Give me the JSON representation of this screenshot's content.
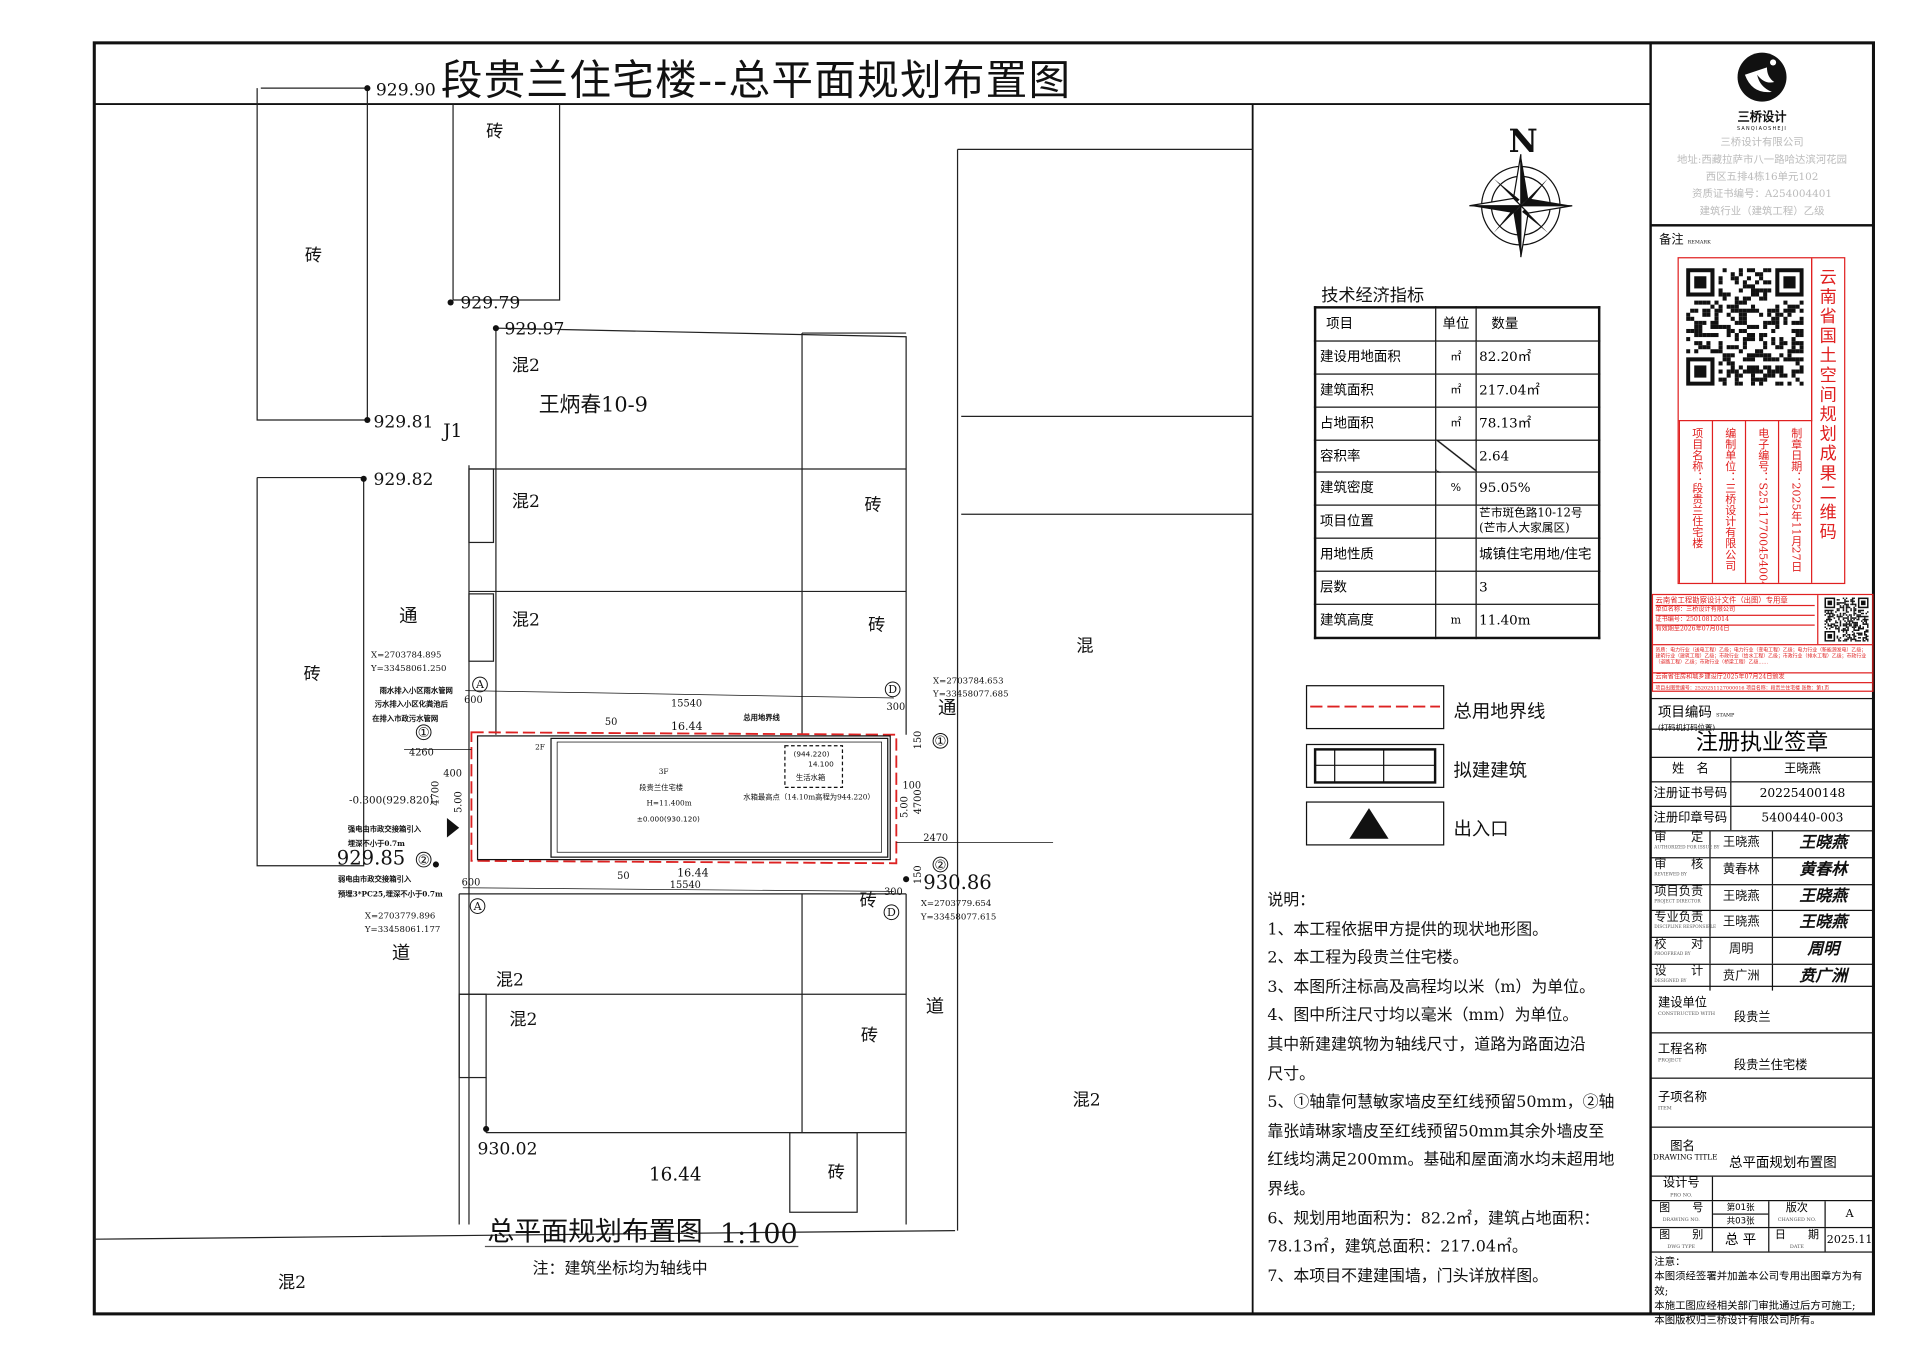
{
  "title": "段贵兰住宅楼--总平面规划布置图",
  "site": {
    "elevations": [
      "929.90",
      "929.79",
      "929.97",
      "929.81",
      "929.82",
      "929.85",
      "930.86",
      "930.02"
    ],
    "point_label": "J1",
    "owner_label": "王炳春10-9",
    "materials": {
      "brick": "砖",
      "mixed2": "混2",
      "mixed": "混"
    },
    "road_chars": {
      "tong": "通",
      "dao": "道"
    },
    "road_width": "16.44",
    "coords": [
      {
        "x": "X=2703784.895",
        "y": "Y=33458061.250"
      },
      {
        "x": "X=2703784.653",
        "y": "Y=33458077.685"
      },
      {
        "x": "X=2703779.896",
        "y": "Y=33458061.177"
      },
      {
        "x": "X=2703779.654",
        "y": "Y=33458077.615"
      }
    ],
    "pipe_notes": [
      "雨水排入小区雨水管网",
      "污水排入小区化粪池后",
      "在排入市政污水管网",
      "强电由市政交接箱引入",
      "埋深不小于0.7m",
      "弱电由市政交接箱引入",
      "预埋3*PC25,埋深不小于0.7m"
    ],
    "dims": {
      "length": "15540",
      "boundary": "16.44",
      "offset50": "50",
      "d600": "600",
      "d300": "300",
      "d4260": "4260",
      "d400": "400",
      "d4700": "4700",
      "d500": "5.00",
      "d100": "100",
      "d2470": "2470",
      "d150": "150"
    },
    "ground_level": "-0.300(929.820)",
    "axes": {
      "a": "A",
      "d": "D",
      "one": "①",
      "two": "②"
    },
    "building": {
      "floors": "3F",
      "floors2": "2F",
      "name": "段贵兰住宅楼",
      "height": "H=11.400m",
      "zero": "±0.000(930.120)",
      "tank_elev": "(944.220)",
      "tank_h": "14.100",
      "tank_name": "生活水箱",
      "tank_note": "水箱最高点（14.10m高程为944.220）",
      "boundary_label": "总用地界线"
    },
    "drawing_caption": "总平面规划布置图",
    "scale": "1:100",
    "caption_note": "注：建筑坐标均为轴线中"
  },
  "north": "N",
  "tech_table": {
    "title": "技术经济指标",
    "headers": [
      "项目",
      "单位",
      "数量"
    ],
    "rows": [
      [
        "建设用地面积",
        "㎡",
        "82.20㎡"
      ],
      [
        "建筑面积",
        "㎡",
        "217.04㎡"
      ],
      [
        "占地面积",
        "㎡",
        "78.13㎡"
      ],
      [
        "容积率",
        "",
        "2.64"
      ],
      [
        "建筑密度",
        "%",
        "95.05%"
      ],
      [
        "项目位置",
        "",
        "芒市斑色路10-12号(芒市人大家属区)"
      ],
      [
        "用地性质",
        "",
        "城镇住宅用地/住宅"
      ],
      [
        "层数",
        "",
        "3"
      ],
      [
        "建筑高度",
        "m",
        "11.40m"
      ]
    ]
  },
  "legend": [
    "总用地界线",
    "拟建建筑",
    "出入口"
  ],
  "notes": {
    "title": "说明：",
    "lines": [
      "1、本工程依据甲方提供的现状地形图。",
      "2、本工程为段贵兰住宅楼。",
      "3、本图所注标高及高程均以米（m）为单位。",
      "4、图中所注尺寸均以毫米（mm）为单位。",
      "其中新建建筑物为轴线尺寸，道路为路面边沿",
      "尺寸。",
      "5、①轴靠何慧敏家墙皮至红线预留50mm，②轴",
      "靠张靖琳家墙皮至红线预留50mm其余外墙皮至",
      "红线均满足200mm。基础和屋面滴水均未超用地",
      "界线。",
      "6、规划用地面积为：82.2㎡，建筑占地面积：",
      "78.13㎡，建筑总面积：217.04㎡。",
      "7、本项目不建建围墙，门头详放样图。"
    ]
  },
  "company": {
    "logo_text": "三桥设计",
    "logo_sub": "SANQIAOSHEJI",
    "lines": [
      "三桥设计有限公司",
      "地址:西藏拉萨市八一路哈达滨河花园",
      "西区五排4栋16单元102",
      "资质证书编号：A254004401",
      "建筑行业（建筑工程）乙级"
    ]
  },
  "remarks_label": "备注",
  "remarks_en": "REMARK",
  "qr_stamp": {
    "title": "云南省国土空间规划成果二维码",
    "cols": [
      "项目名称：段贵兰住宅楼",
      "编制单位：三桥设计有限公司",
      "电子编号：S25117700454004 40",
      "制章日期：2025年11月27日"
    ]
  },
  "design_stamp": {
    "title": "云南省工程勘察设计文件（出图）专用章",
    "lines": [
      "单位名称：三桥设计有限公司",
      "证书编号：25010812014",
      "有效期至2026年07月04日"
    ],
    "scope": "资质：电力行业（送电工程）乙级；电力行业（变电工程）乙级；电力行业（新能源发电）乙级；建筑行业（建筑工程）乙级；市政行业（给水工程）乙级；市政行业（排水工程）乙级；市政行业（道路工程）乙级；市政行业（桥梁工程）乙级……",
    "issuer": "云南省住房和城乡建设厅2025年07月24日颁发",
    "footer": "项目出图受编号：2520251127000016 项目名称：段贵兰住宅楼 张数：第1页"
  },
  "title_block": {
    "project_code_label": "项目编码",
    "project_code_en": "STAMP",
    "project_code_sub": "(打码机打码位置)",
    "reg_title": "注册执业签章",
    "name_label": "姓　名",
    "name_value": "王晓燕",
    "cert_label": "注册证书号码",
    "cert_value": "20225400148",
    "seal_label": "注册印章号码",
    "seal_value": "5400440-003",
    "roles": [
      {
        "label": "审　　定",
        "en": "AUTHORIZED FOR ISSUE BY",
        "name": "王晓燕",
        "sig": "王晓燕"
      },
      {
        "label": "审　　核",
        "en": "REVIEWED BY",
        "name": "黄春林",
        "sig": "黄春林"
      },
      {
        "label": "项目负责",
        "en": "PROJECT DIRECTOR",
        "name": "王晓燕",
        "sig": "王晓燕"
      },
      {
        "label": "专业负责",
        "en": "DISCIPLINE RESPONSIBLE",
        "name": "王晓燕",
        "sig": "王晓燕"
      },
      {
        "label": "校　　对",
        "en": "PROOFREAD BY",
        "name": "周明",
        "sig": "周明"
      },
      {
        "label": "设　　计",
        "en": "DESIGNED BY",
        "name": "贲广洲",
        "sig": "贲广洲"
      }
    ],
    "client_label": "建设单位",
    "client_en": "CONSTRUCTED WITH",
    "client_value": "段贵兰",
    "project_label": "工程名称",
    "project_en": "PROJECT",
    "project_value": "段贵兰住宅楼",
    "sub_label": "子项名称",
    "sub_en": "ITEM",
    "dwg_label": "图名",
    "dwg_en": "DRAWING TITLE",
    "dwg_value": "总平面规划布置图",
    "design_no_label": "设计号",
    "design_no_en": "PRO NO.",
    "sheet_label": "图　　号",
    "sheet_en": "DRAWING NO.",
    "sheet_value": "第01张",
    "sheet_total": "共03张",
    "rev_label": "版次",
    "rev_en": "CHANGED NO.",
    "rev_value": "A",
    "type_label": "图　　别",
    "type_en": "DWG TYPE",
    "type_value": "总 平",
    "date_label": "日　　期",
    "date_en": "DATE",
    "date_value": "2025.11",
    "attention_title": "注意：",
    "attention": [
      "本图须经签署并加盖本公司专用出图章方为有效;",
      "本施工图应经相关部门审批通过后方可施工;",
      "本图版权归三桥设计有限公司所有。"
    ]
  }
}
